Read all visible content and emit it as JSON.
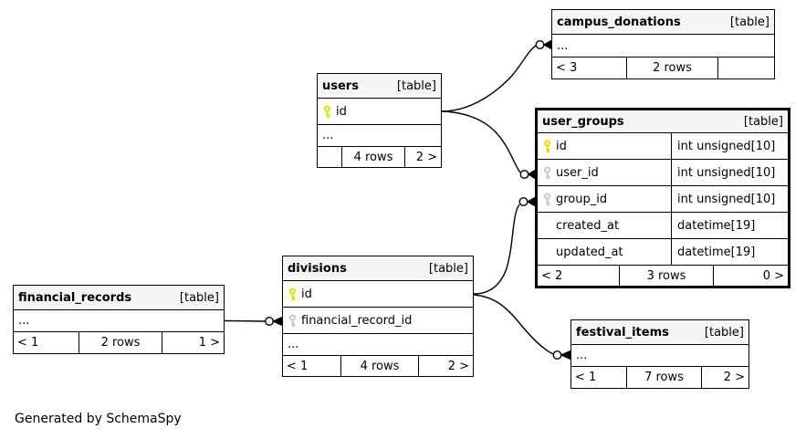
{
  "diagram": {
    "generated_by": "Generated by SchemaSpy",
    "colors": {
      "background": "#ffffff",
      "table_header_bg": "#f5f5f5",
      "border": "#000000",
      "primary_key_icon": "#dfdf00",
      "foreign_key_icon": "#c9c9c9"
    }
  },
  "tables": [
    {
      "name": "campus_donations",
      "badge": "[table]",
      "ellipsis": "...",
      "footer": {
        "left": "< 3",
        "center": "2 rows",
        "right": ""
      }
    },
    {
      "name": "users",
      "badge": "[table]",
      "columns": [
        {
          "icon": "primary-key",
          "name": "id"
        }
      ],
      "ellipsis": "...",
      "footer": {
        "left": "",
        "center": "4 rows",
        "right": "2 >"
      }
    },
    {
      "name": "user_groups",
      "badge": "[table]",
      "columns": [
        {
          "icon": "primary-key",
          "name": "id",
          "type": "int unsigned[10]"
        },
        {
          "icon": "foreign-key",
          "name": "user_id",
          "type": "int unsigned[10]"
        },
        {
          "icon": "foreign-key",
          "name": "group_id",
          "type": "int unsigned[10]"
        },
        {
          "icon": "none",
          "name": "created_at",
          "type": "datetime[19]"
        },
        {
          "icon": "none",
          "name": "updated_at",
          "type": "datetime[19]"
        }
      ],
      "footer": {
        "left": "< 2",
        "center": "3 rows",
        "right": "0 >"
      }
    },
    {
      "name": "divisions",
      "badge": "[table]",
      "columns": [
        {
          "icon": "primary-key",
          "name": "id"
        },
        {
          "icon": "foreign-key",
          "name": "financial_record_id"
        }
      ],
      "ellipsis": "...",
      "footer": {
        "left": "< 1",
        "center": "4 rows",
        "right": "2 >"
      }
    },
    {
      "name": "financial_records",
      "badge": "[table]",
      "ellipsis": "...",
      "footer": {
        "left": "< 1",
        "center": "2 rows",
        "right": "1 >"
      }
    },
    {
      "name": "festival_items",
      "badge": "[table]",
      "ellipsis": "...",
      "footer": {
        "left": "< 1",
        "center": "7 rows",
        "right": "2 >"
      }
    }
  ]
}
